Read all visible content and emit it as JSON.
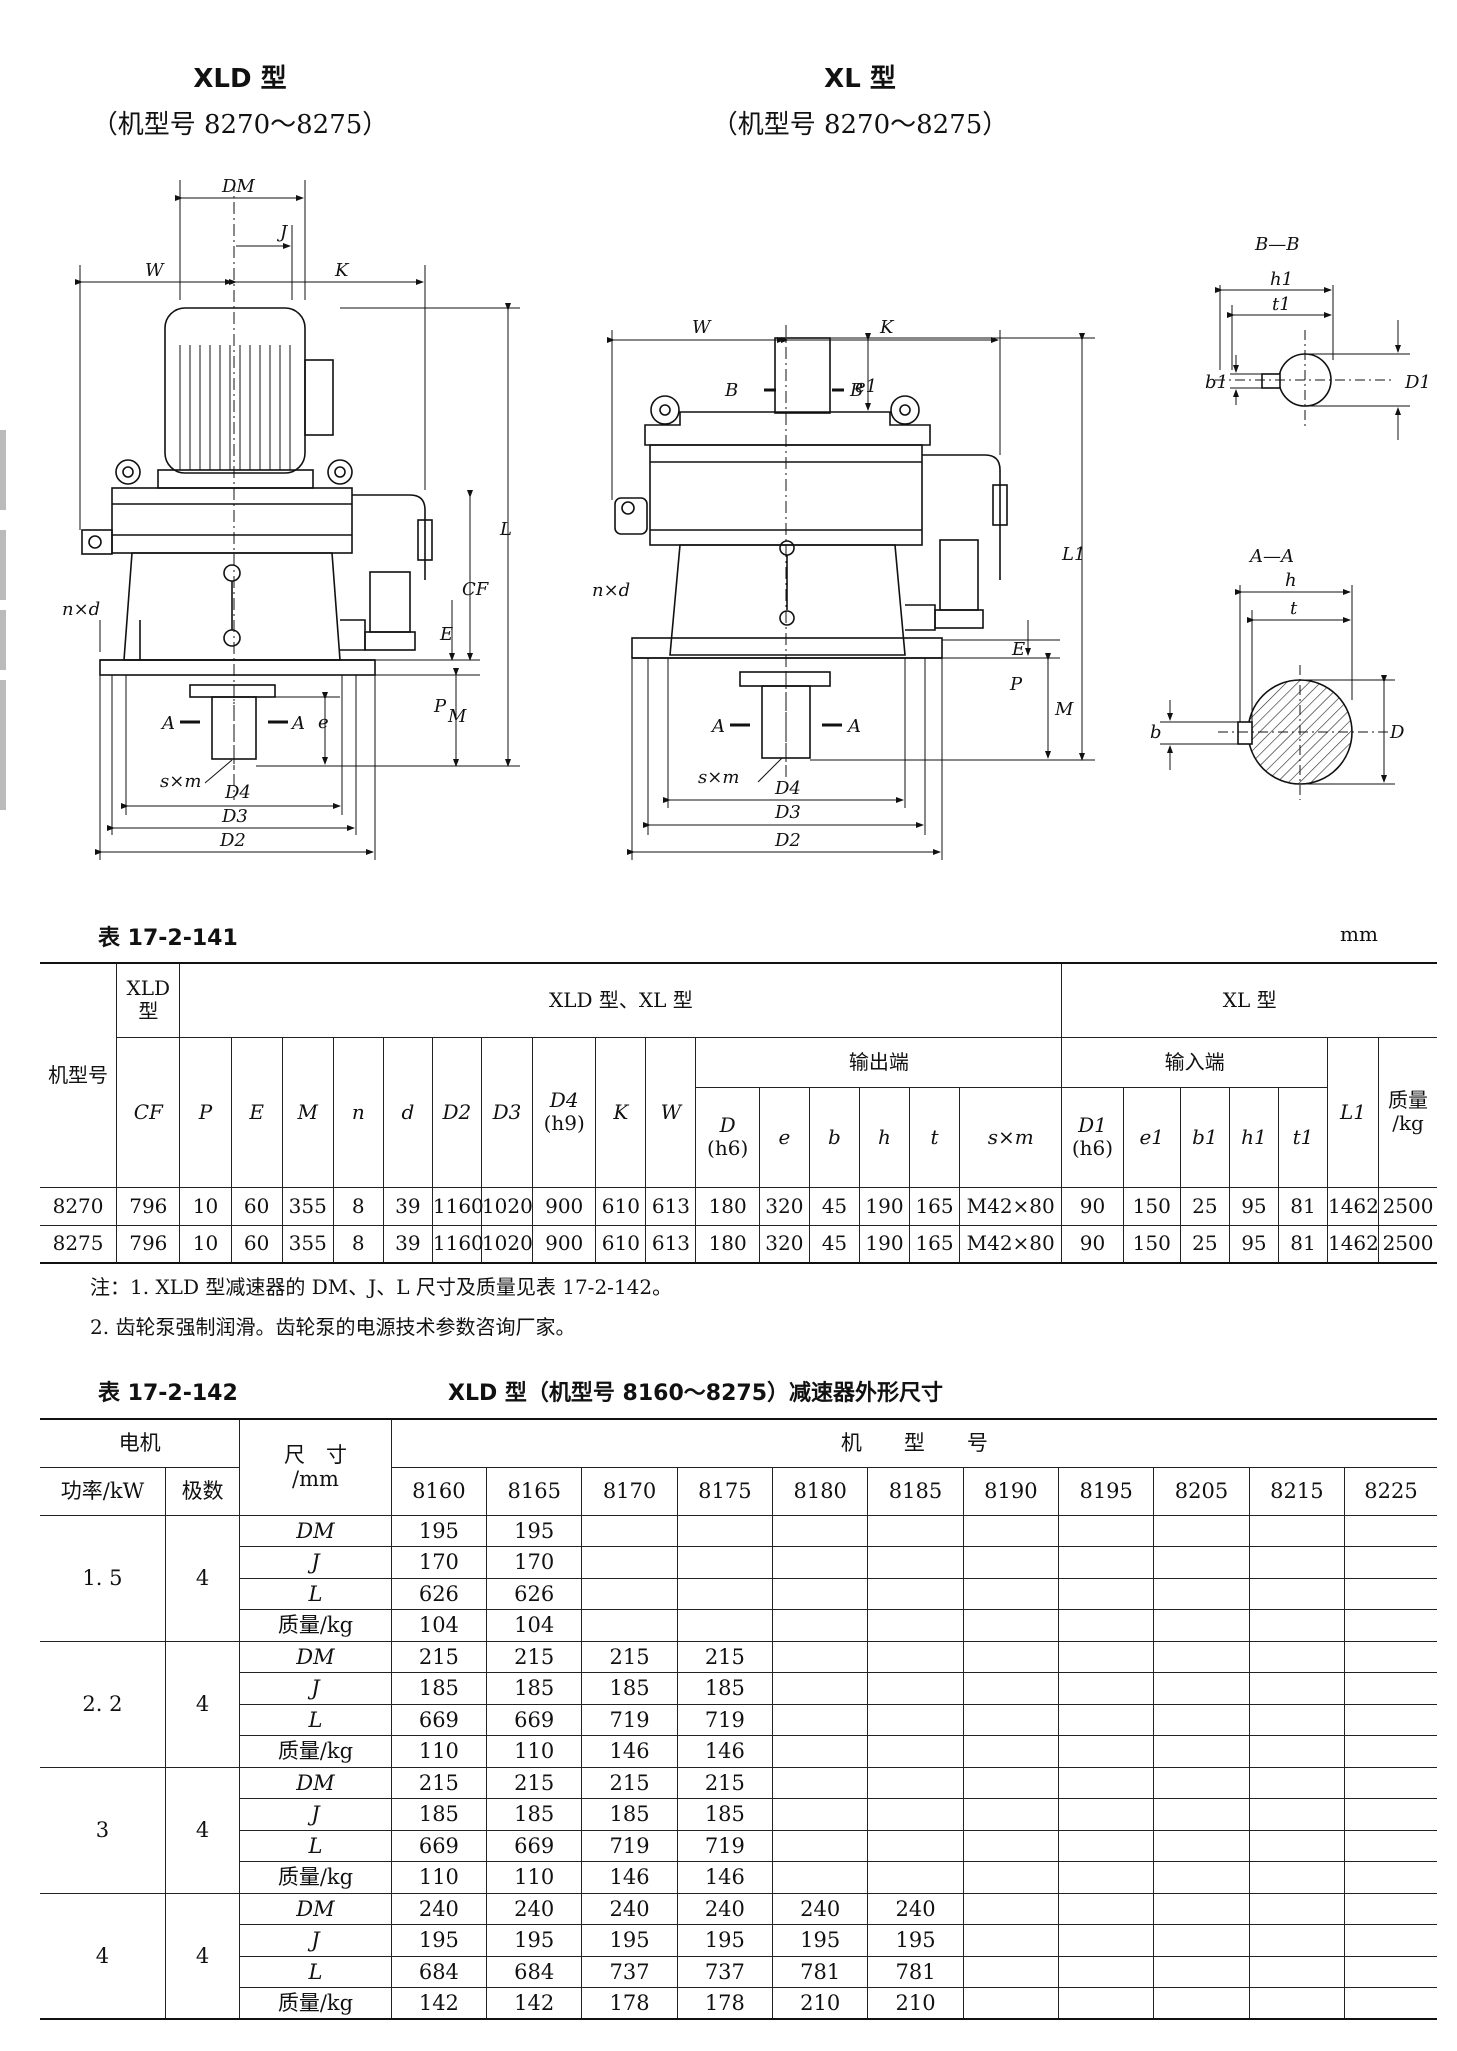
{
  "figure": {
    "left_title": "XLD 型",
    "left_sub": "（机型号 8270～8275）",
    "right_title": "XL 型",
    "right_sub": "（机型号 8270～8275）",
    "section_bb": "B—B",
    "section_aa": "A—A",
    "labels_left": {
      "DM": "DM",
      "J": "J",
      "W": "W",
      "K": "K",
      "L": "L",
      "CF": "CF",
      "E": "E",
      "P": "P",
      "M": "M",
      "e": "e",
      "nxd": "n×d",
      "sxm": "s×m",
      "D4": "D4",
      "D3": "D3",
      "D2": "D2",
      "A_left": "A",
      "A_right": "A"
    },
    "labels_right": {
      "W": "W",
      "K": "K",
      "B_left": "B",
      "B_right": "B",
      "e1": "e1",
      "L1": "L1",
      "nxd": "n×d",
      "E": "E",
      "P": "P",
      "M": "M",
      "sxm": "s×m",
      "D4": "D4",
      "D3": "D3",
      "D2": "D2",
      "A_left": "A",
      "A_right": "A"
    },
    "labels_bb": {
      "h1": "h1",
      "t1": "t1",
      "b1": "b1",
      "D1": "D1"
    },
    "labels_aa": {
      "h": "h",
      "t": "t",
      "b": "b",
      "D": "D"
    }
  },
  "table1": {
    "label": "表 17-2-141",
    "unit": "mm",
    "head": {
      "model": "机型号",
      "xld_top": "XLD 型",
      "xld_xl": "XLD 型、XL 型",
      "xl": "XL 型",
      "output": "输出端",
      "input": "输入端",
      "CF": "CF",
      "P": "P",
      "E": "E",
      "M": "M",
      "n": "n",
      "d": "d",
      "D2": "D2",
      "D3": "D3",
      "D4": "D4",
      "D4_tol": "(h9)",
      "K": "K",
      "W": "W",
      "D": "D",
      "D_tol": "(h6)",
      "e": "e",
      "b": "b",
      "h": "h",
      "t": "t",
      "sxm": "s×m",
      "D1": "D1",
      "D1_tol": "(h6)",
      "e1": "e1",
      "b1": "b1",
      "h1": "h1",
      "t1": "t1",
      "L1": "L1",
      "mass": "质量",
      "mass_unit": "/kg"
    },
    "rows": [
      [
        "8270",
        "796",
        "10",
        "60",
        "355",
        "8",
        "39",
        "1160",
        "1020",
        "900",
        "610",
        "613",
        "180",
        "320",
        "45",
        "190",
        "165",
        "M42×80",
        "90",
        "150",
        "25",
        "95",
        "81",
        "1462",
        "2500"
      ],
      [
        "8275",
        "796",
        "10",
        "60",
        "355",
        "8",
        "39",
        "1160",
        "1020",
        "900",
        "610",
        "613",
        "180",
        "320",
        "45",
        "190",
        "165",
        "M42×80",
        "90",
        "150",
        "25",
        "95",
        "81",
        "1462",
        "2500"
      ]
    ]
  },
  "notes": [
    "注：1. XLD 型减速器的 DM、J、L 尺寸及质量见表 17-2-142。",
    "2. 齿轮泵强制润滑。齿轮泵的电源技术参数咨询厂家。"
  ],
  "table2": {
    "label": "表 17-2-142",
    "caption": "XLD 型（机型号 8160～8275）减速器外形尺寸",
    "head": {
      "motor": "电机",
      "dim": "尺　寸",
      "dim_unit": "/mm",
      "model_no": "机　　型　　号",
      "power": "功率/kW",
      "poles": "极数"
    },
    "models": [
      "8160",
      "8165",
      "8170",
      "8175",
      "8180",
      "8185",
      "8190",
      "8195",
      "8205",
      "8215",
      "8225"
    ],
    "groups": [
      {
        "power": "1. 5",
        "poles": "4",
        "rows": [
          {
            "dim": "DM",
            "values": [
              "195",
              "195",
              "",
              "",
              "",
              "",
              "",
              "",
              "",
              "",
              ""
            ]
          },
          {
            "dim": "J",
            "values": [
              "170",
              "170",
              "",
              "",
              "",
              "",
              "",
              "",
              "",
              "",
              ""
            ]
          },
          {
            "dim": "L",
            "values": [
              "626",
              "626",
              "",
              "",
              "",
              "",
              "",
              "",
              "",
              "",
              ""
            ]
          },
          {
            "dim": "质量/kg",
            "values": [
              "104",
              "104",
              "",
              "",
              "",
              "",
              "",
              "",
              "",
              "",
              ""
            ]
          }
        ]
      },
      {
        "power": "2. 2",
        "poles": "4",
        "rows": [
          {
            "dim": "DM",
            "values": [
              "215",
              "215",
              "215",
              "215",
              "",
              "",
              "",
              "",
              "",
              "",
              ""
            ]
          },
          {
            "dim": "J",
            "values": [
              "185",
              "185",
              "185",
              "185",
              "",
              "",
              "",
              "",
              "",
              "",
              ""
            ]
          },
          {
            "dim": "L",
            "values": [
              "669",
              "669",
              "719",
              "719",
              "",
              "",
              "",
              "",
              "",
              "",
              ""
            ]
          },
          {
            "dim": "质量/kg",
            "values": [
              "110",
              "110",
              "146",
              "146",
              "",
              "",
              "",
              "",
              "",
              "",
              ""
            ]
          }
        ]
      },
      {
        "power": "3",
        "poles": "4",
        "rows": [
          {
            "dim": "DM",
            "values": [
              "215",
              "215",
              "215",
              "215",
              "",
              "",
              "",
              "",
              "",
              "",
              ""
            ]
          },
          {
            "dim": "J",
            "values": [
              "185",
              "185",
              "185",
              "185",
              "",
              "",
              "",
              "",
              "",
              "",
              ""
            ]
          },
          {
            "dim": "L",
            "values": [
              "669",
              "669",
              "719",
              "719",
              "",
              "",
              "",
              "",
              "",
              "",
              ""
            ]
          },
          {
            "dim": "质量/kg",
            "values": [
              "110",
              "110",
              "146",
              "146",
              "",
              "",
              "",
              "",
              "",
              "",
              ""
            ]
          }
        ]
      },
      {
        "power": "4",
        "poles": "4",
        "rows": [
          {
            "dim": "DM",
            "values": [
              "240",
              "240",
              "240",
              "240",
              "240",
              "240",
              "",
              "",
              "",
              "",
              ""
            ]
          },
          {
            "dim": "J",
            "values": [
              "195",
              "195",
              "195",
              "195",
              "195",
              "195",
              "",
              "",
              "",
              "",
              ""
            ]
          },
          {
            "dim": "L",
            "values": [
              "684",
              "684",
              "737",
              "737",
              "781",
              "781",
              "",
              "",
              "",
              "",
              ""
            ]
          },
          {
            "dim": "质量/kg",
            "values": [
              "142",
              "142",
              "178",
              "178",
              "210",
              "210",
              "",
              "",
              "",
              "",
              ""
            ]
          }
        ]
      }
    ]
  }
}
